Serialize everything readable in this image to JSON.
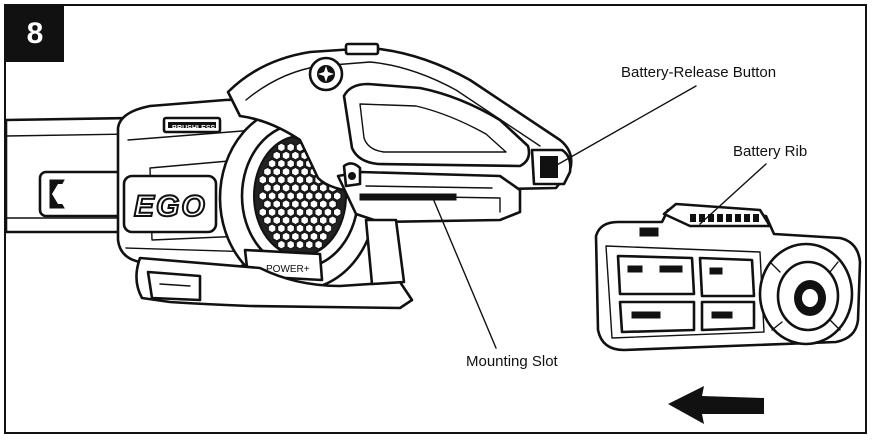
{
  "step_number": "8",
  "labels": {
    "battery_release_button": "Battery-Release Button",
    "battery_rib": "Battery Rib",
    "mounting_slot": "Mounting Slot"
  },
  "tool_markings": {
    "brand_logo": "EGO",
    "motor_badge": "BRUSHLESS",
    "power_badge": "POWER+"
  },
  "icons": {
    "direction": "arrow-left-icon"
  },
  "colors": {
    "ink": "#111111",
    "background": "#ffffff"
  }
}
